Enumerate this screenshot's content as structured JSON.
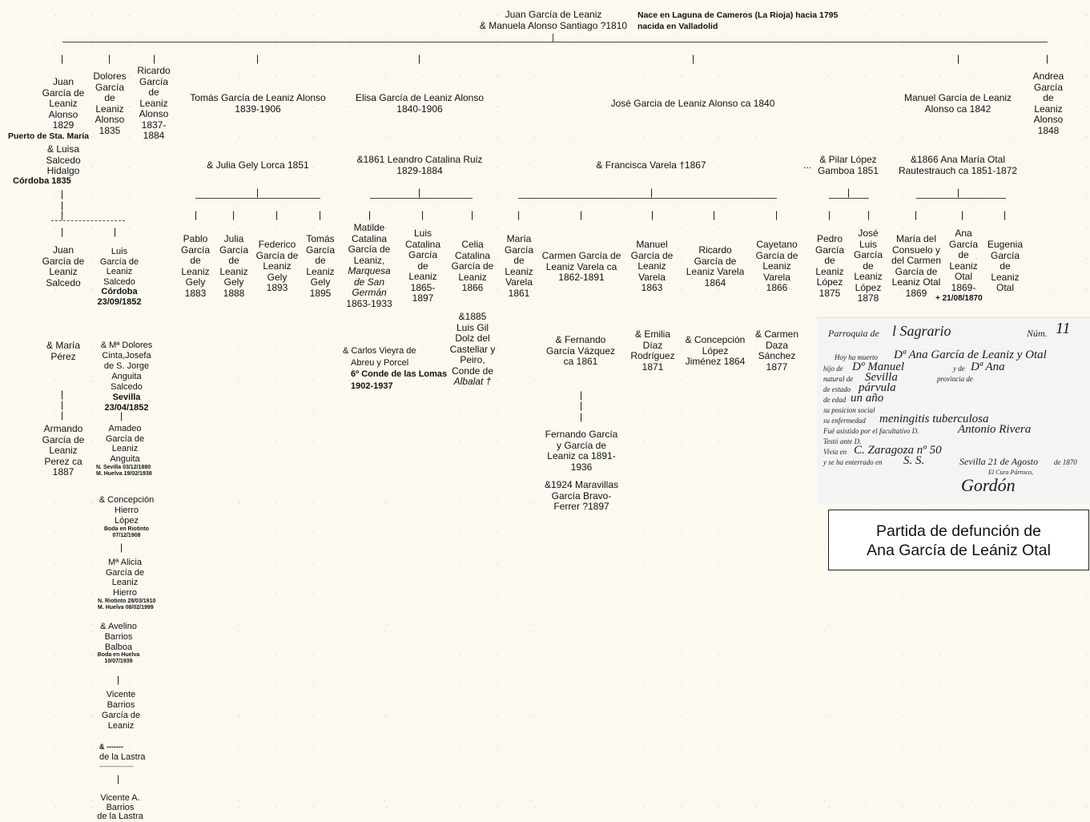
{
  "root": {
    "names_line1": "Juan García de Leaniz",
    "names_line2": "& Manuela Alonso Santiago ?1810",
    "note_line1": "Nace en Laguna de Cameros (La Rioja) hacia 1795",
    "note_line2": "nacida en Valladolid"
  },
  "children": {
    "juan": [
      "Juan",
      "García de",
      "Leaniz",
      "Alonso",
      "1829"
    ],
    "juan_place": "Puerto de Sta. María",
    "juan_spouse": [
      "& Luisa",
      "Salcedo",
      "Hidalgo"
    ],
    "juan_spouse_place": "Córdoba 1835",
    "dolores": [
      "Dolores",
      "García",
      "de",
      "Leaniz",
      "Alonso",
      "1835"
    ],
    "ricardo": [
      "Ricardo",
      "García",
      "de",
      "Leaniz",
      "Alonso",
      "1837-",
      "1884"
    ],
    "tomas": [
      "Tomás García de Leaniz Alonso",
      "1839-1906"
    ],
    "tomas_spouse": "& Julia Gely Lorca 1851",
    "elisa": [
      "Elisa García de Leaniz Alonso",
      "1840-1906"
    ],
    "elisa_spouse": [
      "&1861 Leandro Catalina Ruiz",
      "1829-1884"
    ],
    "jose": "José Garcia de Leaniz Alonso ca 1840",
    "jose_spouse": "& Francisca Varela †1867",
    "jose_spouse2_dots": "...",
    "jose_spouse2": [
      "& Pilar López",
      "Gamboa 1851"
    ],
    "manuel": [
      "Manuel García de Leaniz",
      "Alonso ca 1842"
    ],
    "manuel_spouse": [
      "&1866 Ana María Otal",
      "Rautestrauch ca 1851-1872"
    ],
    "andrea": [
      "Andrea",
      "García",
      "de",
      "Leaniz",
      "Alonso",
      "1848"
    ]
  },
  "grandchildren": {
    "juan_s": [
      "Juan",
      "García de",
      "Leaniz",
      "Salcedo"
    ],
    "luis_s": [
      "Luis",
      "García de",
      "Leaniz",
      "Salcedo"
    ],
    "luis_s_place": "Córdoba",
    "luis_s_date": "23/09/1852",
    "pablo": [
      "Pablo",
      "García",
      "de",
      "Leaniz",
      "Gely",
      "1883"
    ],
    "julia": [
      "Julia",
      "García",
      "de",
      "Leaniz",
      "Gely",
      "1888"
    ],
    "federico": [
      "Federico",
      "García de",
      "Leaniz",
      "Gely",
      "1893"
    ],
    "tomas_g": [
      "Tomás",
      "García",
      "de",
      "Leaniz",
      "Gely",
      "1895"
    ],
    "matilde": [
      "Matilde",
      "Catalina",
      "García de",
      "Leaniz,"
    ],
    "matilde_title": [
      "Marquesa",
      "de San",
      "Germán"
    ],
    "matilde_date": "1863-1933",
    "luis_c": [
      "Luis",
      "Catalina",
      "García",
      "de",
      "Leaniz",
      "1865-",
      "1897"
    ],
    "celia": [
      "Celia",
      "Catalina",
      "García de",
      "Leaniz",
      "1866"
    ],
    "maria_v": [
      "María",
      "García",
      "de",
      "Leaniz",
      "Varela",
      "1861"
    ],
    "carmen_v": [
      "Carmen García de",
      "Leaniz Varela ca",
      "1862-1891"
    ],
    "manuel_v": [
      "Manuel",
      "García de",
      "Leaniz",
      "Varela",
      "1863"
    ],
    "ricardo_v": [
      "Ricardo",
      "García de",
      "Leaniz Varela",
      "1864"
    ],
    "cayetano": [
      "Cayetano",
      "García de",
      "Leaniz",
      "Varela",
      "1866"
    ],
    "pedro": [
      "Pedro",
      "García",
      "de",
      "Leaniz",
      "López",
      "1875"
    ],
    "jose_l": [
      "José",
      "Luis",
      "García",
      "de",
      "Leaniz",
      "López",
      "1878"
    ],
    "consuelo": [
      "María del",
      "Consuelo y",
      "del Carmen",
      "García de",
      "Leaniz Otal",
      "1869"
    ],
    "ana": [
      "Ana",
      "García",
      "de",
      "Leaniz",
      "Otal",
      "1869-"
    ],
    "ana_death": "+ 21/08/1870",
    "eugenia": [
      "Eugenia",
      "García",
      "de",
      "Leaniz",
      "Otal"
    ]
  },
  "spouses": {
    "maria_perez": [
      "& María",
      "Pérez"
    ],
    "dolores_cinta": [
      "& Mª Dolores",
      "Cinta,Josefa",
      "de S. Jorge",
      "Anguita",
      "Salcedo"
    ],
    "dolores_cinta_place": "Sevilla",
    "dolores_cinta_date": "23/04/1852",
    "carlos_vieyra": [
      "& Carlos Vieyra de",
      "Abreu y Porcel"
    ],
    "carlos_title": "6º Conde de las Lomas",
    "carlos_dates": "1902-1937",
    "luis_gil": [
      "&1885",
      "Luis Gil",
      "Dolz del",
      "Castellar y",
      "Peiro,",
      "Conde de"
    ],
    "luis_gil_title": "Albalat †",
    "fernando_gv": [
      "& Fernando",
      "García Vázquez",
      "ca 1861"
    ],
    "emilia": [
      "& Emilia",
      "Díaz",
      "Rodríguez",
      "1871"
    ],
    "concepcion_lj": [
      "& Concepción",
      "López",
      "Jiménez 1864"
    ],
    "carmen_daza": [
      "& Carmen",
      "Daza",
      "Sánchez",
      "1877"
    ]
  },
  "descendants": {
    "armando": [
      "Armando",
      "García de",
      "Leaniz",
      "Perez ca",
      "1887"
    ],
    "amadeo": [
      "Amadeo",
      "García de",
      "Leaniz",
      "Anguita"
    ],
    "amadeo_n": "N. Sevilla 03/12/1880",
    "amadeo_m": "M. Huelva 19/02/1938",
    "concepcion_h": [
      "& Concepción",
      "Hierro",
      "López"
    ],
    "boda1": "Boda en Riotinto",
    "boda1_date": "07/12/1908",
    "alicia": [
      "Mª Alicia",
      "García de",
      "Leaniz",
      "Hierro"
    ],
    "alicia_n": "N. Riotinto 28/03/1910",
    "alicia_m": "M. Huelva 08/02/1999",
    "avelino": [
      "& Avelino",
      "Barrios",
      "Balboa"
    ],
    "boda2": "Boda en Huelva",
    "boda2_date": "10/07/1939",
    "vicente": [
      "Vicente",
      "Barrios",
      "García de",
      "Leaniz"
    ],
    "lastra_amp": "& -------",
    "lastra": "de la Lastra",
    "lastra_line": "----------------",
    "vicente_a": [
      "Vicente A.",
      "Barrios",
      "de la Lastra"
    ],
    "fernando_gg": [
      "Fernando García",
      "y García de",
      "Leaniz ca 1891-",
      "1936"
    ],
    "maravillas": [
      "&1924 Maravillas",
      "García Bravo-",
      "Ferrer ?1897"
    ]
  },
  "document": {
    "parish_label": "Parroquia de",
    "parish_hand": "l Sagrario",
    "num_label": "Núm.",
    "num_value": "11",
    "rows": [
      "Hoy ha muerto",
      "hijo de",
      "natural de",
      "de estado",
      "de edad",
      "su posicion social",
      "su enfermedad",
      "Fué asistido por el facultativo D.",
      "Testó ante D.",
      "Vivia en",
      "y se ha enterrado en"
    ],
    "hand_name": "Dª Ana García de Leaniz y Otal",
    "hand_father": "Dº Manuel",
    "y_de": "y de",
    "hand_mother": "Dª Ana",
    "hand_city": "Sevilla",
    "provincia": "provincia de",
    "hand_estado": "párvula",
    "hand_edad": "un año",
    "hand_enfermedad": "meningitis tuberculosa",
    "hand_medico": "Antonio Rivera",
    "hand_calle": "C. Zaragoza nº 50",
    "hand_enterrado": "S. S.",
    "date_hand": "Sevilla 21 de Agosto",
    "date_year": "de 1870",
    "cura": "El Cura Párroco,",
    "signature": "Gordón"
  },
  "caption": [
    "Partida de defunción de",
    "Ana García de Leániz Otal"
  ]
}
